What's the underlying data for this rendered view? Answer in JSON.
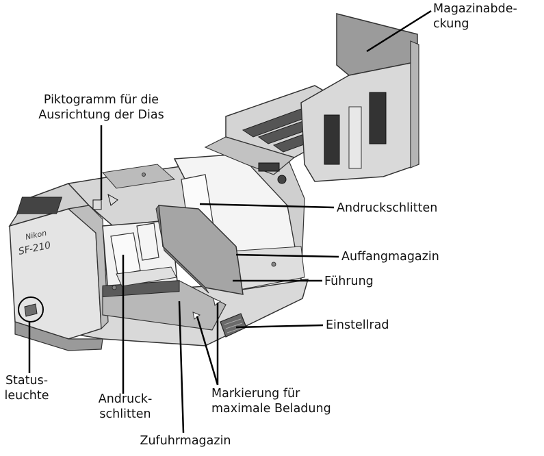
{
  "colors": {
    "body_light": "#e6e6e6",
    "body_mid": "#c8c8c8",
    "body_dark": "#8c8c8c",
    "outline": "#333333",
    "leader": "#000000"
  },
  "device": {
    "logo_brand": "Nikon",
    "logo_model": "SF-210"
  },
  "labels": {
    "magazine_cover": [
      "Magazinabde-",
      "ckung"
    ],
    "pictogram": [
      "Piktogramm für die",
      "Ausrichtung der Dias"
    ],
    "pressure_slide_top": "Andruckschlitten",
    "receiving_magazine": "Auffangmagazin",
    "guide": "Führung",
    "adjustment_wheel": "Einstellrad",
    "status_light": [
      "Status-",
      "leuchte"
    ],
    "pressure_slide_bottom": [
      "Andruck-",
      "schlitten"
    ],
    "max_load_marking": [
      "Markierung für",
      "maximale Beladung"
    ],
    "feed_magazine": "Zufuhrmagazin"
  }
}
